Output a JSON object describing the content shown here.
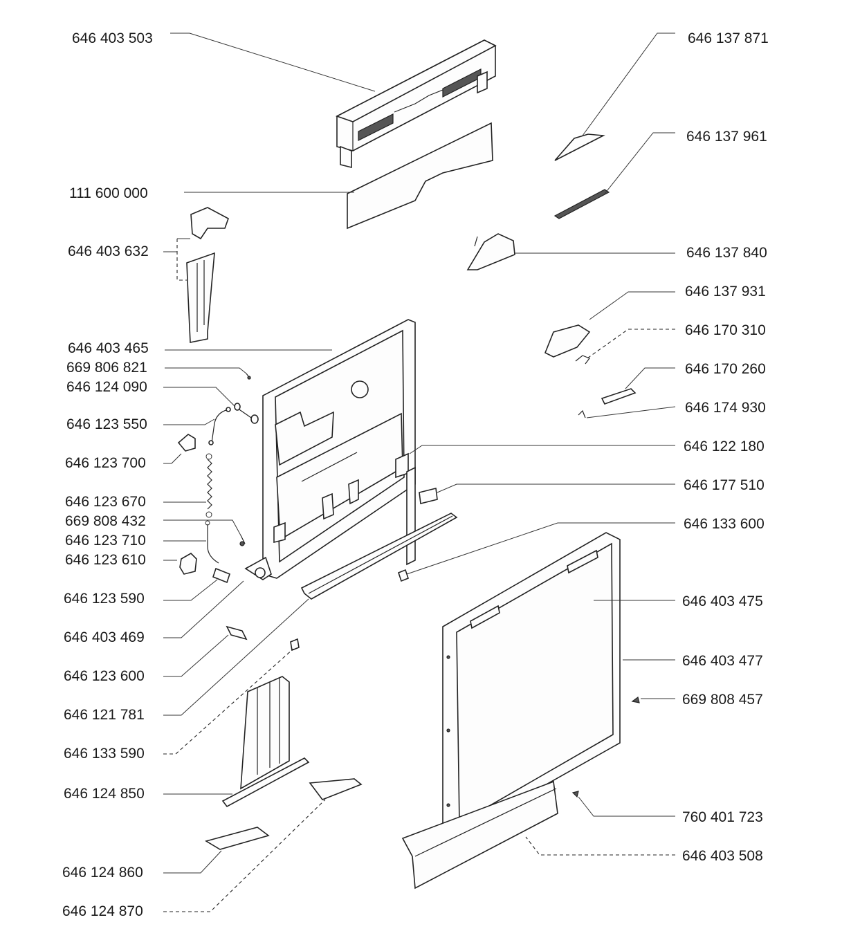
{
  "labels": {
    "p_646403503": "646 403 503",
    "p_111600000": "111 600 000",
    "p_646403632": "646 403 632",
    "p_646403465": "646 403 465",
    "p_669806821": "669 806 821",
    "p_646124090": "646 124 090",
    "p_646123550": "646 123 550",
    "p_646123700": "646 123 700",
    "p_646123670": "646 123 670",
    "p_669808432": "669 808 432",
    "p_646123710": "646 123 710",
    "p_646123610": "646 123 610",
    "p_646123590": "646 123 590",
    "p_646403469": "646 403 469",
    "p_646123600": "646 123 600",
    "p_646121781": "646 121 781",
    "p_646133590": "646 133 590",
    "p_646124850": "646 124 850",
    "p_646124860": "646 124 860",
    "p_646124870": "646 124 870",
    "p_646137871": "646 137 871",
    "p_646137961": "646 137 961",
    "p_646137840": "646 137 840",
    "p_646137931": "646 137 931",
    "p_646170310": "646 170 310",
    "p_646170260": "646 170 260",
    "p_646174930": "646 174 930",
    "p_646122180": "646 122 180",
    "p_646177510": "646 177 510",
    "p_646133600": "646 133 600",
    "p_646403475": "646 403 475",
    "p_646403477": "646 403 477",
    "p_669808457": "669 808 457",
    "p_760401723": "760 401 723",
    "p_646403508": "646 403 508"
  }
}
